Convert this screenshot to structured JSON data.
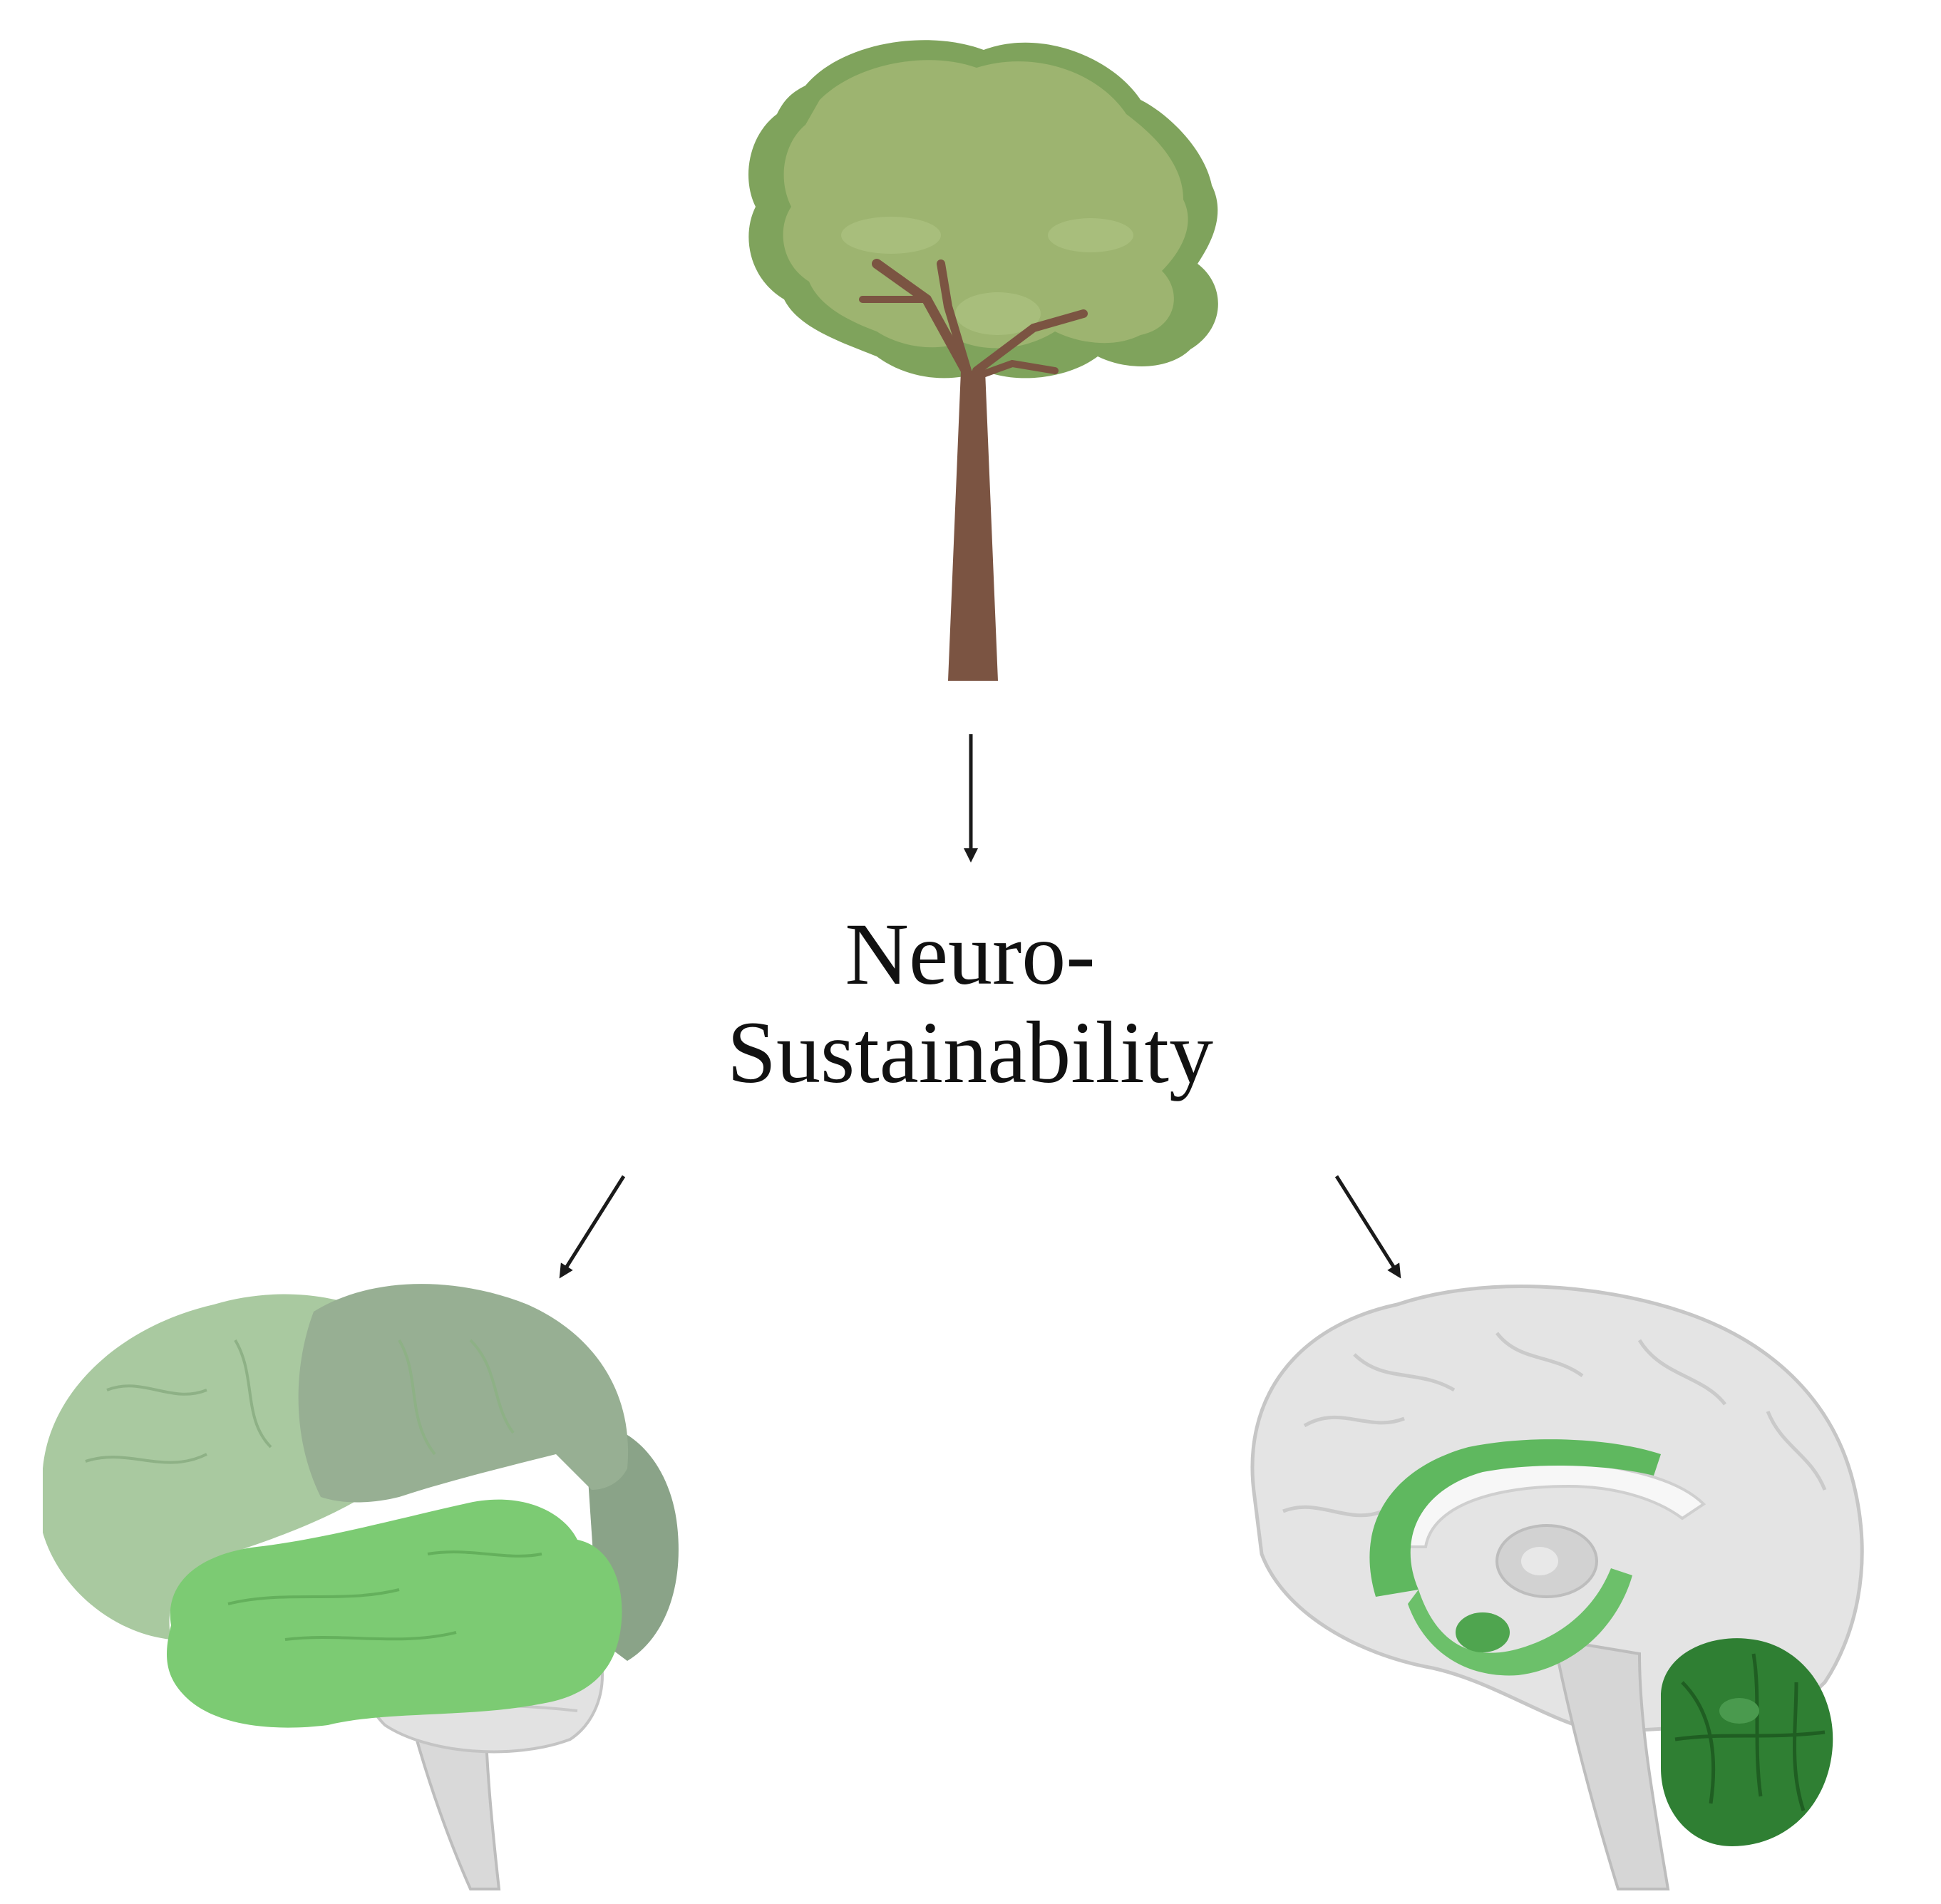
{
  "diagram": {
    "center_label": {
      "line1": "Neuro-",
      "line2": "Sustainability"
    },
    "nodes": [
      {
        "id": "tree",
        "icon": "tree-icon"
      },
      {
        "id": "lateral-brain",
        "icon": "brain-lateral-icon"
      },
      {
        "id": "sagittal-brain",
        "icon": "brain-sagittal-icon"
      }
    ],
    "edges": [
      {
        "from": "tree",
        "to": "center-label"
      },
      {
        "from": "center-label",
        "to": "lateral-brain"
      },
      {
        "from": "center-label",
        "to": "sagittal-brain"
      }
    ],
    "colors": {
      "foliage": "#9DB470",
      "foliage_dark": "#7FA35C",
      "trunk": "#7B5442",
      "lateral_front": "#A9C9A0",
      "lateral_parietal": "#97AF93",
      "temporal": "#7CCB73",
      "brain_grey": "#E4E4E4",
      "limbic": "#5FB85F",
      "cerebellum": "#2F7F33",
      "arrow": "#1A1A1A"
    }
  }
}
